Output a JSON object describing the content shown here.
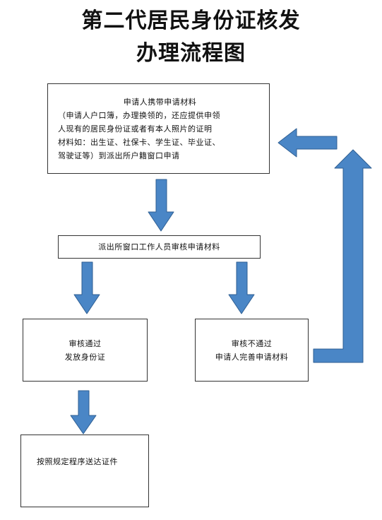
{
  "title": {
    "line1": "第二代居民身份证核发",
    "line2": "办理流程图"
  },
  "nodes": {
    "apply": {
      "lines": [
        "申请人携带申请材料",
        "（申请人户口簿，办理换领的，还应提供申领",
        "人现有的居民身份证或者有本人照片的证明",
        "材料如：出生证、社保卡、学生证、毕业证、",
        "驾驶证等）到派出所户籍窗口申请"
      ]
    },
    "review": {
      "lines": [
        "派出所窗口工作人员审核申请材料"
      ]
    },
    "pass": {
      "lines": [
        "审核通过",
        "发放身份证"
      ]
    },
    "fail": {
      "lines": [
        "审核不通过",
        "申请人完善申请材料"
      ]
    },
    "deliver": {
      "lines": [
        "按照规定程序送达证件"
      ]
    }
  },
  "colors": {
    "arrow_fill": "#4a86c6",
    "arrow_stroke": "#2f5f93",
    "box_border": "#333333"
  }
}
